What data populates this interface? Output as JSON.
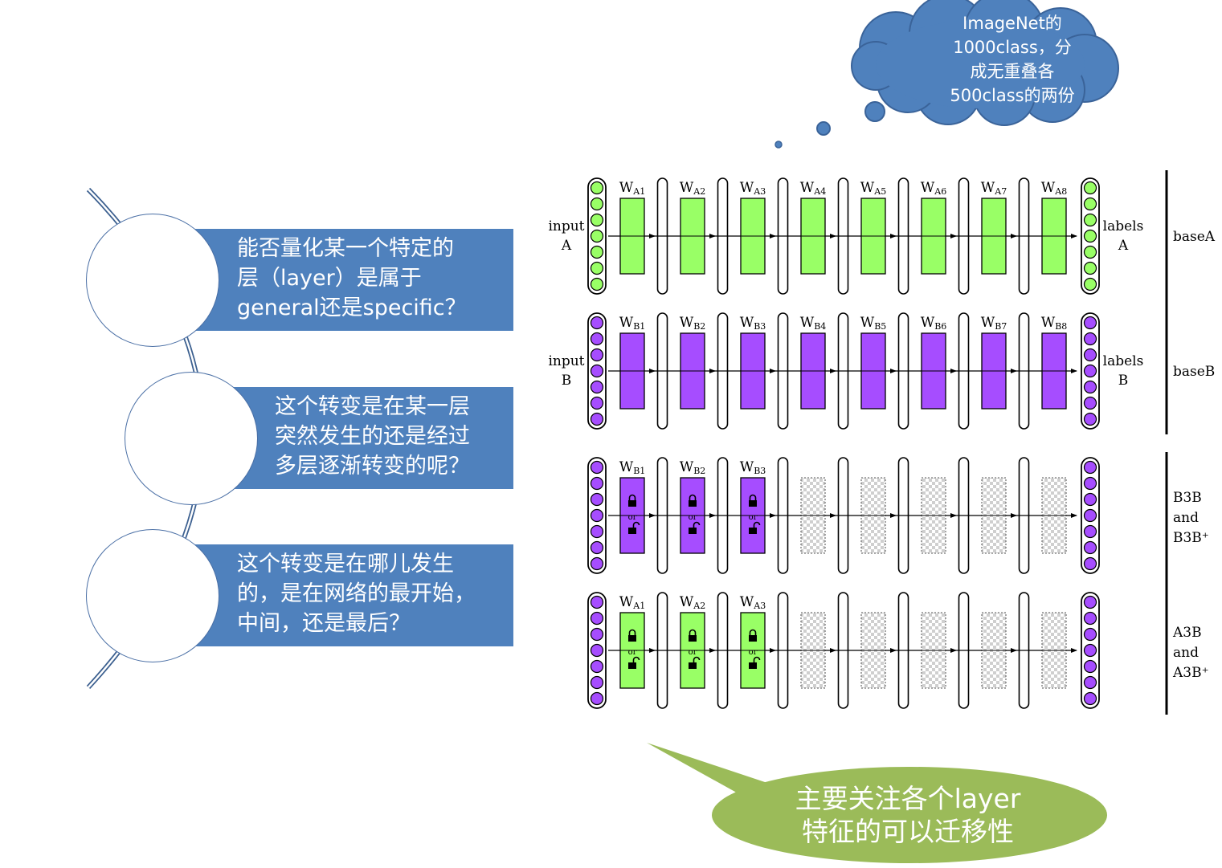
{
  "questions": [
    {
      "lines": [
        "能否量化某一个特定的",
        "层（layer）是属于",
        "general还是specific？"
      ]
    },
    {
      "lines": [
        "这个转变是在某一层",
        "突然发生的还是经过",
        "多层逐渐转变的呢？"
      ]
    },
    {
      "lines": [
        "这个转变是在哪儿发生",
        "的，是在网络的最开始，",
        "中间，还是最后？"
      ]
    }
  ],
  "thought_cloud": {
    "lines": [
      "ImageNet的",
      "1000class，分",
      "成无重叠各",
      "500class的两份"
    ]
  },
  "speech_bubble": {
    "lines": [
      "主要关注各个layer",
      "特征的可以迁移性"
    ]
  },
  "colors": {
    "question_box": "#4f81bd",
    "cloud": "#4f81bd",
    "bubble": "#9bbb59",
    "green": "#99ff66",
    "purple": "#a64dff",
    "frozen": "#dddddd"
  },
  "diagram": {
    "rows": [
      {
        "id": "baseA",
        "input_label": [
          "input",
          "A"
        ],
        "output_label": [
          "labels",
          "A"
        ],
        "right_label": [
          "baseA"
        ],
        "neuron_color": "green",
        "weights": [
          {
            "base": "W",
            "sub": "A1",
            "kind": "green",
            "lock": false
          },
          {
            "base": "W",
            "sub": "A2",
            "kind": "green",
            "lock": false
          },
          {
            "base": "W",
            "sub": "A3",
            "kind": "green",
            "lock": false
          },
          {
            "base": "W",
            "sub": "A4",
            "kind": "green",
            "lock": false
          },
          {
            "base": "W",
            "sub": "A5",
            "kind": "green",
            "lock": false
          },
          {
            "base": "W",
            "sub": "A6",
            "kind": "green",
            "lock": false
          },
          {
            "base": "W",
            "sub": "A7",
            "kind": "green",
            "lock": false
          },
          {
            "base": "W",
            "sub": "A8",
            "kind": "green",
            "lock": false
          }
        ]
      },
      {
        "id": "baseB",
        "input_label": [
          "input",
          "B"
        ],
        "output_label": [
          "labels",
          "B"
        ],
        "right_label": [
          "baseB"
        ],
        "neuron_color": "purple",
        "weights": [
          {
            "base": "W",
            "sub": "B1",
            "kind": "purple",
            "lock": false
          },
          {
            "base": "W",
            "sub": "B2",
            "kind": "purple",
            "lock": false
          },
          {
            "base": "W",
            "sub": "B3",
            "kind": "purple",
            "lock": false
          },
          {
            "base": "W",
            "sub": "B4",
            "kind": "purple",
            "lock": false
          },
          {
            "base": "W",
            "sub": "B5",
            "kind": "purple",
            "lock": false
          },
          {
            "base": "W",
            "sub": "B6",
            "kind": "purple",
            "lock": false
          },
          {
            "base": "W",
            "sub": "B7",
            "kind": "purple",
            "lock": false
          },
          {
            "base": "W",
            "sub": "B8",
            "kind": "purple",
            "lock": false
          }
        ]
      },
      {
        "id": "B3B",
        "input_label": [],
        "output_label": [],
        "right_label": [
          "B3B",
          "and",
          "B3B⁺"
        ],
        "neuron_color": "purple",
        "weights": [
          {
            "base": "W",
            "sub": "B1",
            "kind": "purple",
            "lock": true
          },
          {
            "base": "W",
            "sub": "B2",
            "kind": "purple",
            "lock": true
          },
          {
            "base": "W",
            "sub": "B3",
            "kind": "purple",
            "lock": true
          },
          {
            "base": "",
            "sub": "",
            "kind": "frozen",
            "lock": false
          },
          {
            "base": "",
            "sub": "",
            "kind": "frozen",
            "lock": false
          },
          {
            "base": "",
            "sub": "",
            "kind": "frozen",
            "lock": false
          },
          {
            "base": "",
            "sub": "",
            "kind": "frozen",
            "lock": false
          },
          {
            "base": "",
            "sub": "",
            "kind": "frozen",
            "lock": false
          }
        ]
      },
      {
        "id": "A3B",
        "input_label": [],
        "output_label": [],
        "right_label": [
          "A3B",
          "and",
          "A3B⁺"
        ],
        "neuron_color": "purple",
        "weights": [
          {
            "base": "W",
            "sub": "A1",
            "kind": "green",
            "lock": true
          },
          {
            "base": "W",
            "sub": "A2",
            "kind": "green",
            "lock": true
          },
          {
            "base": "W",
            "sub": "A3",
            "kind": "green",
            "lock": true
          },
          {
            "base": "",
            "sub": "",
            "kind": "frozen",
            "lock": false
          },
          {
            "base": "",
            "sub": "",
            "kind": "frozen",
            "lock": false
          },
          {
            "base": "",
            "sub": "",
            "kind": "frozen",
            "lock": false
          },
          {
            "base": "",
            "sub": "",
            "kind": "frozen",
            "lock": false
          },
          {
            "base": "",
            "sub": "",
            "kind": "frozen",
            "lock": false
          }
        ]
      }
    ],
    "or_label": "or"
  }
}
